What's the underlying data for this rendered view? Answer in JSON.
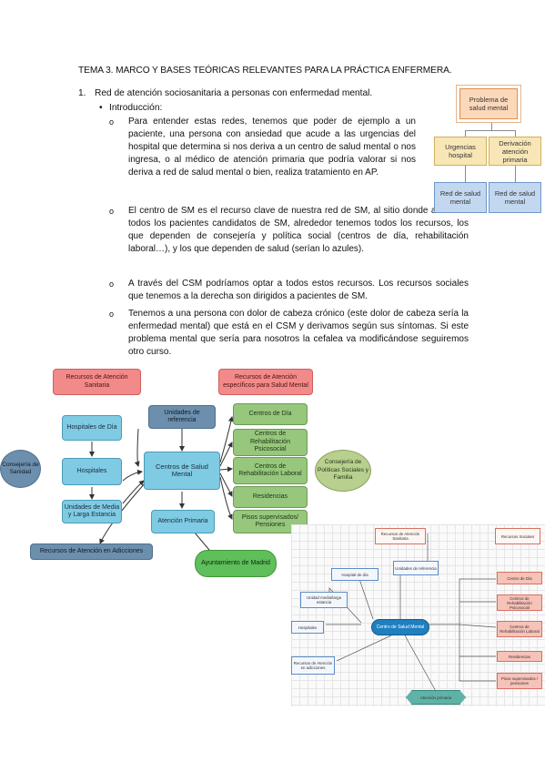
{
  "document": {
    "title": "TEMA 3.  MARCO Y BASES TEÓRICAS RELEVANTES PARA LA PRÁCTICA ENFERMERA.",
    "section_number": "1.",
    "section_title": "Red de atención sociosanitaria a personas con enfermedad mental.",
    "subsection_bullet": "•",
    "subsection_title": "Introducción:",
    "sub_bullet": "o",
    "paragraphs": [
      "Para entender estas redes, tenemos que poder de ejemplo a un paciente, una persona con ansiedad que acude a las urgencias del hospital que determina si nos deriva a un centro de salud mental o nos ingresa, o al médico de atención primaria que podría valorar si nos deriva a red de salud mental o bien, realiza tratamiento en AP.",
      "El centro de SM es el recurso clave de nuestra red de SM, al sitio donde acudirían todos los pacientes candidatos de SM, alrededor tenemos todos los recursos, los que dependen de consejería y política social (centros de día, rehabilitación laboral…), y los que dependen de salud (serían lo azules).",
      "A través del CSM podríamos optar a todos estos recursos. Los recursos sociales que tenemos a la derecha son dirigidos a pacientes de SM.",
      "Tenemos a una persona con dolor de cabeza crónico (este dolor de cabeza sería la enfermedad mental) que está en el CSM y derivamos según sus síntomas. Si este problema mental que sería para nosotros la cefalea va modificándose seguiremos otro curso."
    ]
  },
  "flow_diagram": {
    "top": "Problema de salud mental",
    "left_mid": "Urgencias hospital",
    "right_mid": "Derivación atención primaria",
    "left_bottom": "Red de salud mental",
    "right_bottom": "Red de salud mental"
  },
  "network_diagram": {
    "recursos_sanitaria": "Recursos de Atención Sanitaria",
    "recursos_especificos": "Recursos de Atención específicos para Salud Mental",
    "hospitales_dia": "Hospitales de Día",
    "hospitales": "Hospitales",
    "unidades_media": "Unidades de Media y Larga Estancia",
    "unidades_referencia": "Unidades de referencia",
    "centros_salud_mental": "Centros de Salud Mental",
    "atencion_primaria": "Atención Primaria",
    "centros_dia": "Centros de Día",
    "rehab_psicosocial": "Centros de Rehabilitación Psicosocial",
    "rehab_laboral": "Centros de Rehabilitación Laboral",
    "residencias": "Residencias",
    "pisos": "Pisos supervisados/ Pensiones",
    "consejeria_sanidad": "Consejería de Sanidad",
    "consejeria_politicas": "Consejería de Políticas Sociales y Familia",
    "adicciones": "Recursos de Atención en Adicciones",
    "ayuntamiento": "Ayuntamiento de Madrid",
    "colors": {
      "blue": "#7fcbe4",
      "slate": "#6d8fae",
      "green": "#96c77c",
      "pink": "#f38a8a"
    }
  },
  "sketch_diagram": {
    "recursos_sanitaria": "Recursos de Atención Sanitaria",
    "recursos_sociales": "Recursos Sociales",
    "unidades_referencia": "Unidades de referencia",
    "hospital_dia": "Hospital de día",
    "unidad_media": "Unidad media/larga estancia",
    "hospitales": "Hospitales",
    "centro_salud_mental": "Centro de Salud Mental",
    "recursos_adicciones": "Recursos de Atención en adicciones",
    "atencion_primaria": "Atención primaria",
    "centro_dia": "Centro de Día",
    "rehab_psicosocial": "Centros de Rehabilitación Psicosocial",
    "rehab_laboral": "Centros de Rehabilitación Laboral",
    "residencias": "Residencias",
    "pisos": "Pisos supervisados / pensiones"
  }
}
